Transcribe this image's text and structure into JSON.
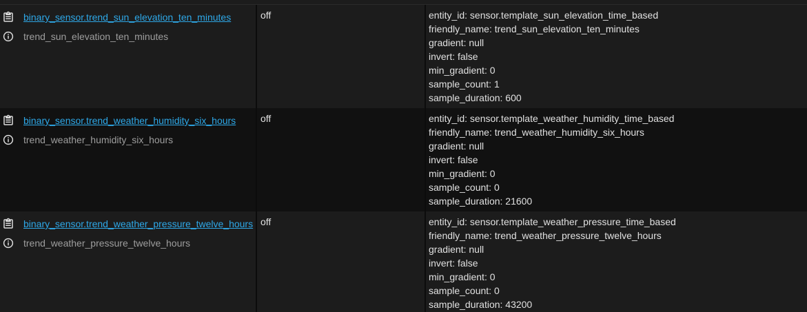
{
  "rows": [
    {
      "entity_id": "binary_sensor.trend_sun_elevation_ten_minutes",
      "friendly_name": "trend_sun_elevation_ten_minutes",
      "state": "off",
      "attributes": [
        "entity_id: sensor.template_sun_elevation_time_based",
        "friendly_name: trend_sun_elevation_ten_minutes",
        "gradient: null",
        "invert: false",
        "min_gradient: 0",
        "sample_count: 1",
        "sample_duration: 600"
      ],
      "icons": {
        "copy": "clipboard-list-icon",
        "info": "info-circle-icon"
      }
    },
    {
      "entity_id": "binary_sensor.trend_weather_humidity_six_hours",
      "friendly_name": "trend_weather_humidity_six_hours",
      "state": "off",
      "attributes": [
        "entity_id: sensor.template_weather_humidity_time_based",
        "friendly_name: trend_weather_humidity_six_hours",
        "gradient: null",
        "invert: false",
        "min_gradient: 0",
        "sample_count: 0",
        "sample_duration: 21600"
      ],
      "icons": {
        "copy": "clipboard-list-icon",
        "info": "info-circle-icon"
      }
    },
    {
      "entity_id": "binary_sensor.trend_weather_pressure_twelve_hours",
      "friendly_name": "trend_weather_pressure_twelve_hours",
      "state": "off",
      "attributes": [
        "entity_id: sensor.template_weather_pressure_time_based",
        "friendly_name: trend_weather_pressure_twelve_hours",
        "gradient: null",
        "invert: false",
        "min_gradient: 0",
        "sample_count: 0",
        "sample_duration: 43200"
      ],
      "icons": {
        "copy": "clipboard-list-icon",
        "info": "info-circle-icon"
      }
    }
  ],
  "colors": {
    "link": "#2ea8e8",
    "text": "#e1e1e1",
    "secondary_text": "#9e9e9e",
    "row_odd": "#1c1c1c",
    "row_even": "#111111"
  }
}
